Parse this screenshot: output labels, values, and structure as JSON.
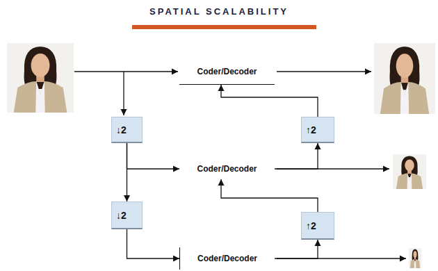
{
  "diagram": {
    "title": "SPATIAL SCALABILITY",
    "nodes": [
      {
        "text": [
          "Coder/Decoder"
        ]
      },
      {
        "text": [
          "↓2"
        ]
      },
      {
        "text": [
          "↑2"
        ]
      },
      {
        "text": [
          "Coder/Decoder"
        ]
      },
      {
        "text": [
          "↓2"
        ]
      },
      {
        "text": [
          "↑2"
        ]
      },
      {
        "text": [
          "Coder/Decoder"
        ]
      }
    ],
    "edges": [
      {
        "from": 1,
        "to": 3,
        "arrow": "to"
      },
      {
        "from": 1,
        "to": 4,
        "arrow": "to"
      },
      {
        "from": 4,
        "to": 6,
        "arrow": "to"
      },
      {
        "from": 3,
        "to": 2,
        "arrow": "to"
      },
      {
        "from": 2,
        "to": 0,
        "arrow": "to"
      },
      {
        "from": 6,
        "to": 5,
        "arrow": "to"
      },
      {
        "from": 5,
        "to": 3,
        "arrow": "to"
      }
    ]
  }
}
